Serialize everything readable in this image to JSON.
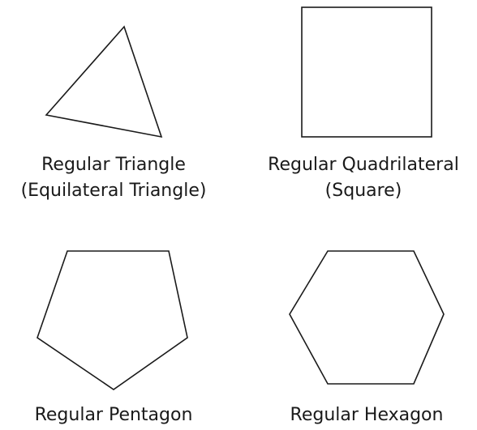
{
  "shapes": [
    {
      "name": "Regular Triangle",
      "alt": "(Equilateral Triangle)"
    },
    {
      "name": "Regular Quadrilateral",
      "alt": "(Square)"
    },
    {
      "name": "Regular Pentagon",
      "alt": ""
    },
    {
      "name": "Regular Hexagon",
      "alt": ""
    }
  ],
  "colors": {
    "stroke": "#1a1a1a",
    "text": "#1a1a1a",
    "background": "#ffffff"
  }
}
